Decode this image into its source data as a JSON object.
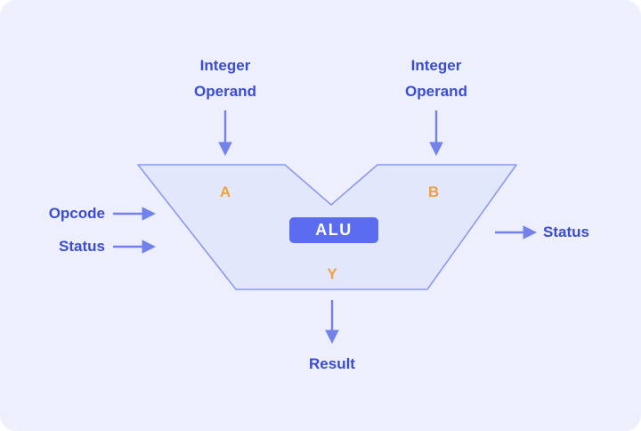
{
  "diagram": {
    "inputs": {
      "operand_a_label": "Integer Operand",
      "operand_b_label": "Integer Operand",
      "port_a": "A",
      "port_b": "B"
    },
    "left": {
      "opcode_label": "Opcode",
      "status_label": "Status"
    },
    "right": {
      "status_label": "Status"
    },
    "center": {
      "alu_label": "ALU"
    },
    "output": {
      "port_y": "Y",
      "result_label": "Result"
    }
  },
  "colors": {
    "background": "#edf0fc",
    "shape_fill": "#e2e7fb",
    "shape_stroke": "#8d99ef",
    "arrow": "#7282ea",
    "label_text": "#3a4bd4",
    "port_text": "#f0a239",
    "alu_badge_bg": "#5b6cf0",
    "alu_badge_text": "#ffffff"
  }
}
